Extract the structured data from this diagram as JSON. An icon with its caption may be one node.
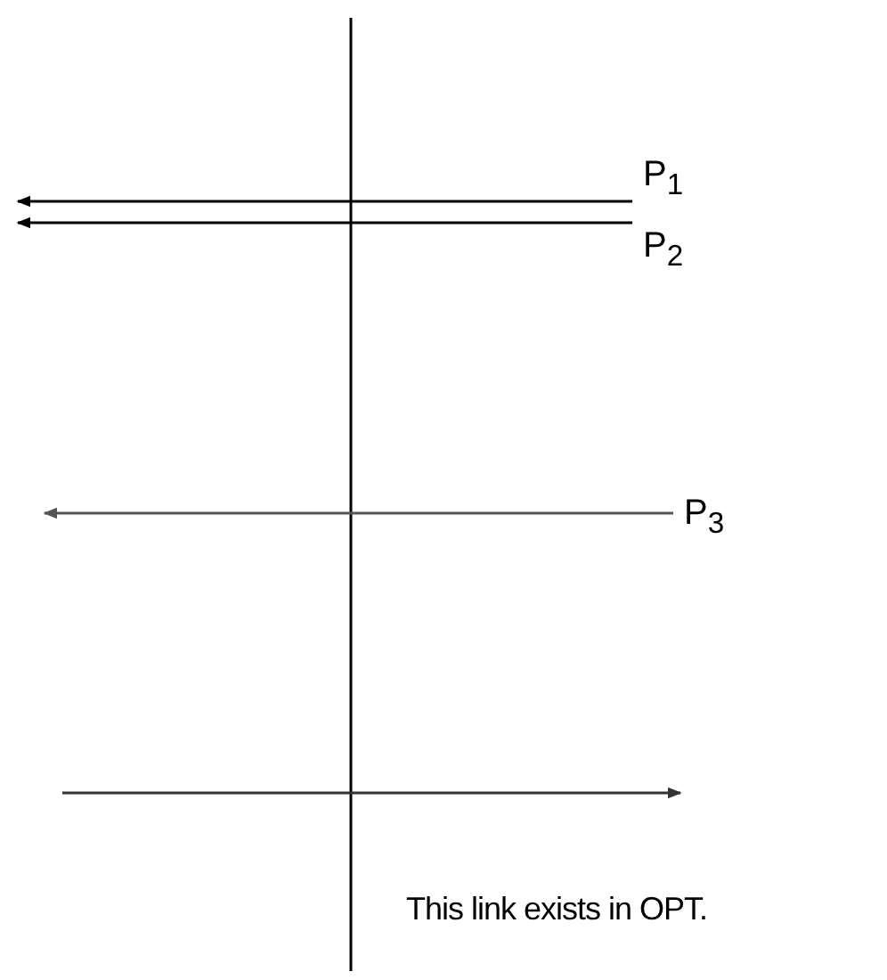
{
  "diagram": {
    "nodes": [
      {
        "text": [
          "P$_{1}$"
        ]
      },
      {
        "text": [
          "P$_{2}$"
        ]
      },
      {
        "text": [
          "P$_{3}$"
        ]
      }
    ],
    "edges": [
      {
        "from": 0,
        "to": null,
        "arrow": "to"
      },
      {
        "from": 1,
        "to": null,
        "arrow": "to"
      },
      {
        "from": 2,
        "to": null,
        "arrow": "to",
        "color": "#555555"
      }
    ],
    "labels": [
      "This link exists in OPT."
    ]
  }
}
